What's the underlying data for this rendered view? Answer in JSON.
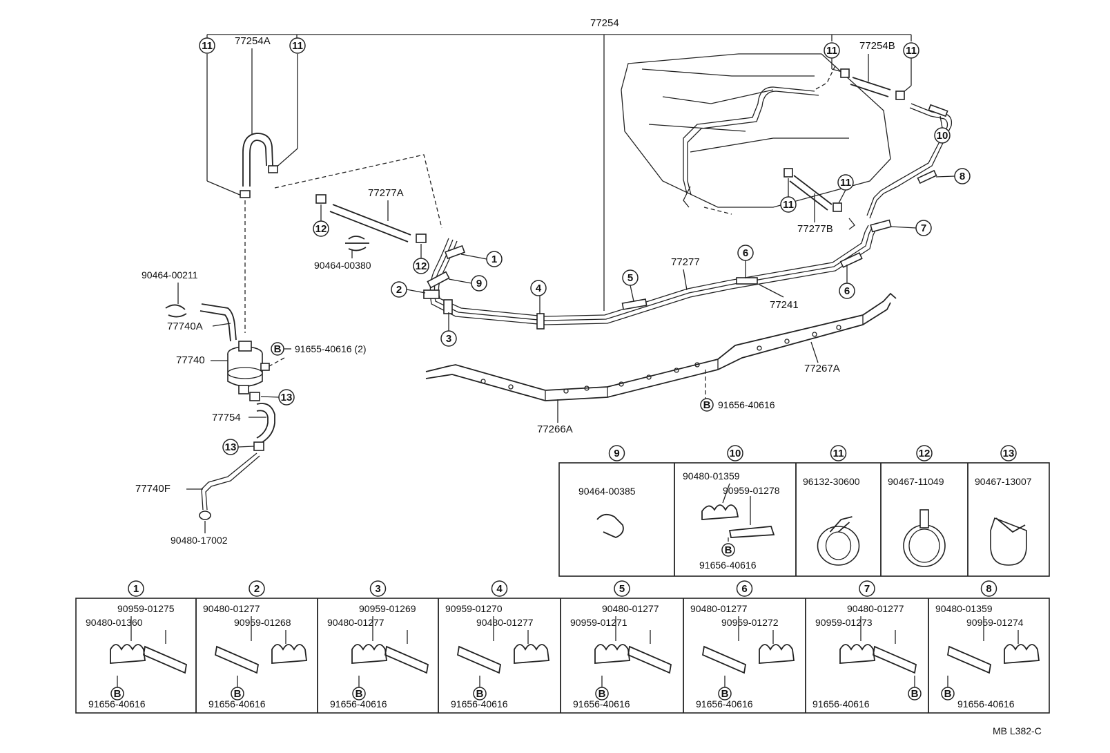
{
  "main_part": "77254",
  "hoses": {
    "h_77254A": "77254A",
    "h_77254B": "77254B",
    "h_77277A": "77277A",
    "h_77277B": "77277B"
  },
  "callouts": {
    "c1": "1",
    "c2": "2",
    "c3": "3",
    "c4": "4",
    "c5": "5",
    "c6": "6",
    "c7": "7",
    "c8": "8",
    "c9": "9",
    "c10": "10",
    "c11": "11",
    "c12": "12",
    "c13": "13",
    "bolt": "B"
  },
  "parts": {
    "p_77277": "77277",
    "p_77241": "77241",
    "p_77267A": "77267A",
    "p_77266A": "77266A",
    "p_91656_40616": "91656-40616",
    "p_90464_00380": "90464-00380",
    "p_90464_00211": "90464-00211",
    "p_77740A": "77740A",
    "p_77740": "77740",
    "p_91655_40616": "91655-40616 (2)",
    "p_77754": "77754",
    "p_77740F": "77740F",
    "p_90480_17002": "90480-17002"
  },
  "detail_top": [
    {
      "num": "9",
      "parts": [
        "90464-00385"
      ]
    },
    {
      "num": "10",
      "parts": [
        "90480-01359",
        "90959-01278",
        "91656-40616"
      ]
    },
    {
      "num": "11",
      "parts": [
        "96132-30600"
      ]
    },
    {
      "num": "12",
      "parts": [
        "90467-11049"
      ]
    },
    {
      "num": "13",
      "parts": [
        "90467-13007"
      ]
    }
  ],
  "detail_bottom": [
    {
      "num": "1",
      "parts": [
        "90959-01275",
        "90480-01360",
        "91656-40616"
      ]
    },
    {
      "num": "2",
      "parts": [
        "90480-01277",
        "90959-01268",
        "91656-40616"
      ]
    },
    {
      "num": "3",
      "parts": [
        "90959-01269",
        "90480-01277",
        "91656-40616"
      ]
    },
    {
      "num": "4",
      "parts": [
        "90959-01270",
        "90480-01277",
        "91656-40616"
      ]
    },
    {
      "num": "5",
      "parts": [
        "90480-01277",
        "90959-01271",
        "91656-40616"
      ]
    },
    {
      "num": "6",
      "parts": [
        "90480-01277",
        "90959-01272",
        "91656-40616"
      ]
    },
    {
      "num": "7",
      "parts": [
        "90480-01277",
        "90959-01273",
        "91656-40616"
      ]
    },
    {
      "num": "8",
      "parts": [
        "90480-01359",
        "90959-01274",
        "91656-40616"
      ]
    }
  ],
  "figure_code": "MB L382-C"
}
